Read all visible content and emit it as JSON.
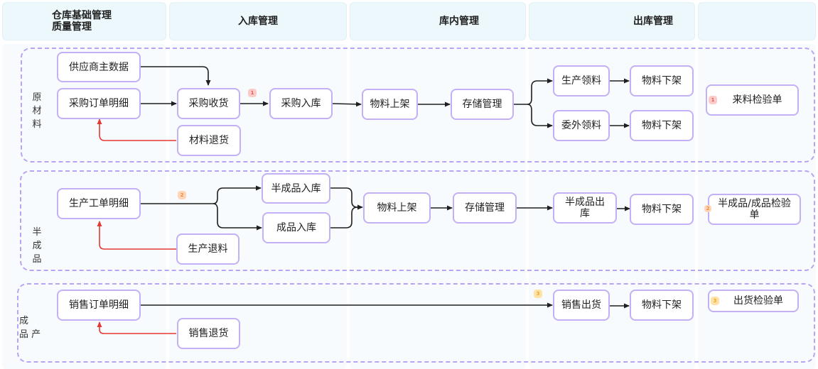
{
  "headers": [
    {
      "id": "base",
      "lines": [
        "仓库基础管理",
        "质量管理"
      ]
    },
    {
      "id": "inbound",
      "lines": [
        "入库管理"
      ]
    },
    {
      "id": "inventory",
      "lines": [
        "库内管理"
      ]
    },
    {
      "id": "outbound",
      "lines": [
        "出库管理"
      ]
    },
    {
      "id": "extra",
      "lines": [
        ""
      ]
    }
  ],
  "lanes": {
    "raw": {
      "label_chars": [
        "原",
        "材",
        "料"
      ]
    },
    "semi": {
      "label_chars": [
        "半",
        "成",
        "品"
      ]
    },
    "finished": {
      "label_line1": "成",
      "label_line2": "品 产"
    }
  },
  "nodes": {
    "supplier_master": "供应商主数据",
    "purchase_order_detail": "采购订单明细",
    "purchase_receive": "采购收货",
    "material_return": "材料退货",
    "purchase_inbound": "采购入库",
    "raw_shelving": "物料上架",
    "raw_storage": "存储管理",
    "production_pick": "生产领料",
    "outsource_pick": "委外领料",
    "raw_unshelve_1": "物料下架",
    "raw_unshelve_2": "物料下架",
    "incoming_inspection": "来料检验单",
    "work_order_detail": "生产工单明细",
    "production_return": "生产退料",
    "semi_inbound": "半成品入库",
    "finished_inbound": "成品入库",
    "semi_shelving": "物料上架",
    "semi_storage": "存储管理",
    "semi_outbound_l1": "半成品出",
    "semi_outbound_l2": "库",
    "semi_unshelve": "物料下架",
    "semi_inspection_l1": "半成品/成品检验",
    "semi_inspection_l2": "单",
    "sales_order_detail": "销售订单明细",
    "sales_return": "销售退货",
    "sales_shipment": "销售出货",
    "finished_unshelve": "物料下架",
    "shipment_inspection": "出货检验单"
  },
  "badges": {
    "b1": "1",
    "b2": "2",
    "b3": "3"
  },
  "colors": {
    "node_border": "#c3b0f5",
    "lane_border": "#b8a4f2",
    "flow_line": "#1f1f1f",
    "return_line": "#e53935",
    "badge_red": "#fdcaca",
    "badge_orange": "#ffd6b8",
    "badge_yellow": "#ffe3a6"
  }
}
